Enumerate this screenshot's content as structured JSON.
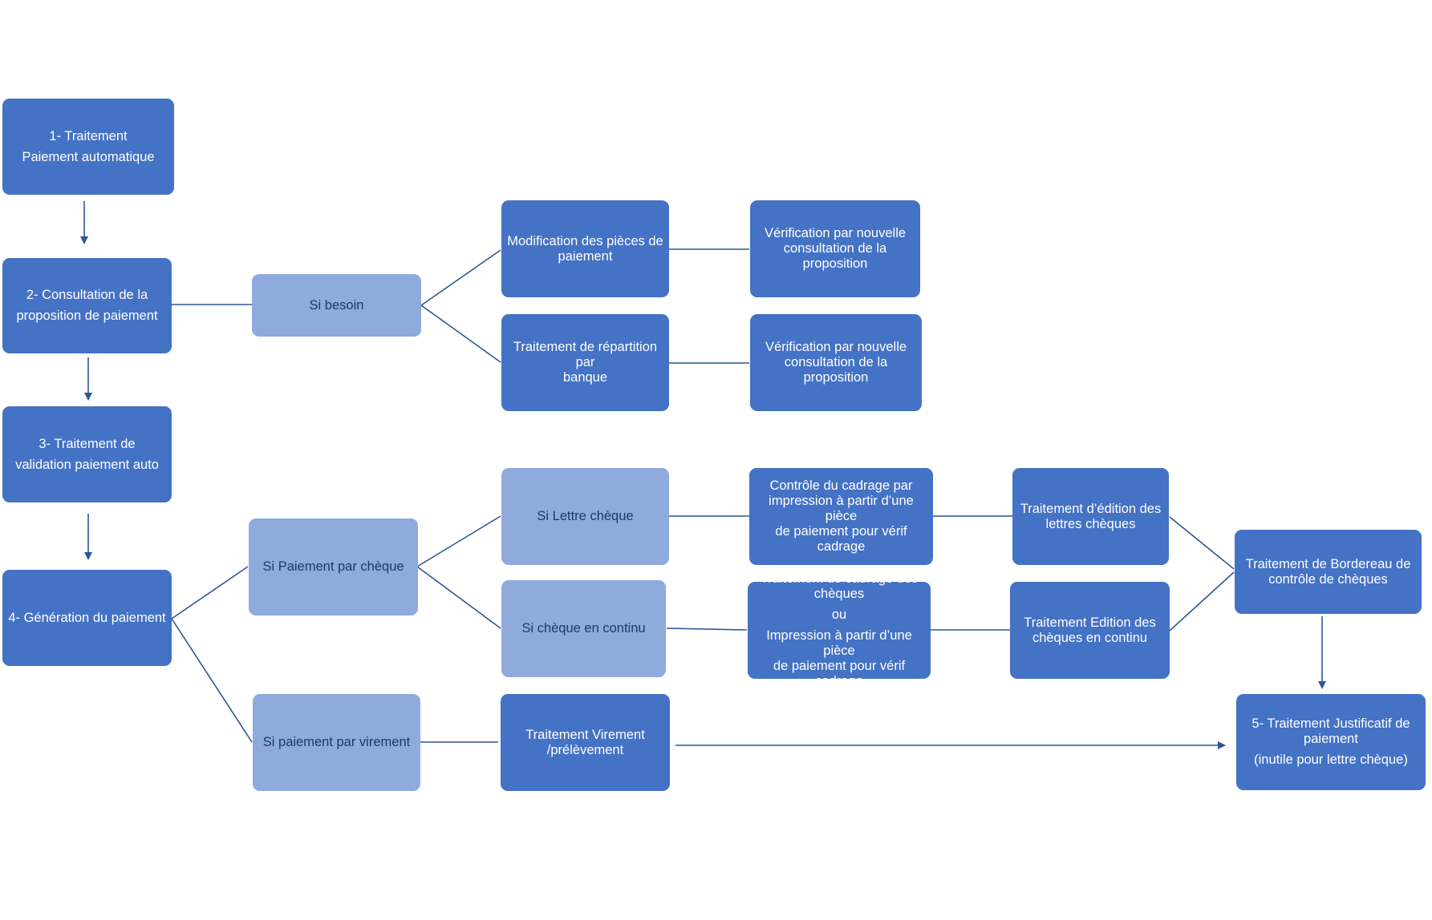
{
  "colors": {
    "primary": "#4472c4",
    "secondary": "#8faadc",
    "connector": "#4472c4"
  },
  "nodes": {
    "step1": {
      "line1": "1- Traitement",
      "line2": "Paiement automatique"
    },
    "step2": {
      "line1": "2- Consultation de la",
      "line2": "proposition de paiement"
    },
    "step3": {
      "line1": "3- Traitement de",
      "line2": "validation paiement auto"
    },
    "step4": {
      "line1": "4- Génération du paiement"
    },
    "si_besoin": {
      "line1": "Si besoin"
    },
    "modif_pieces": {
      "line1": "Modification des pièces de",
      "line2": "paiement"
    },
    "repartition": {
      "line1": "Traitement de répartition par",
      "line2": "banque"
    },
    "verif1": {
      "line1": "Vérification par nouvelle",
      "line2": "consultation de la proposition"
    },
    "verif2": {
      "line1": "Vérification par nouvelle",
      "line2": "consultation de la proposition"
    },
    "si_cheque": {
      "line1": "Si Paiement par chèque"
    },
    "si_lettre": {
      "line1": "Si Lettre chèque"
    },
    "si_continu": {
      "line1": "Si chèque en continu"
    },
    "si_virement": {
      "line1": "Si paiement par virement"
    },
    "controle_cadrage": {
      "line1": "Contrôle du cadrage par",
      "line2": "impression à partir d’une pièce",
      "line3": "de paiement pour vérif cadrage"
    },
    "cadrage_cheques": {
      "line1": "Traitement de cadrage des",
      "line2": "chèques",
      "line3": "ou",
      "line4": "Impression à partir d’une pièce",
      "line5": "de paiement pour vérif cadrage"
    },
    "edition_lettres": {
      "line1": "Traitement d’édition des",
      "line2": "lettres chèques"
    },
    "edition_continu": {
      "line1": "Traitement Edition des",
      "line2": "chèques en continu"
    },
    "bordereau": {
      "line1": "Traitement de Bordereau de",
      "line2": "contrôle de chèques"
    },
    "virement": {
      "line1": "Traitement Virement",
      "line2": "/prélèvement"
    },
    "step5": {
      "line1": "5- Traitement Justificatif de",
      "line2": "paiement",
      "line3": "(inutile pour lettre chèque)"
    }
  }
}
